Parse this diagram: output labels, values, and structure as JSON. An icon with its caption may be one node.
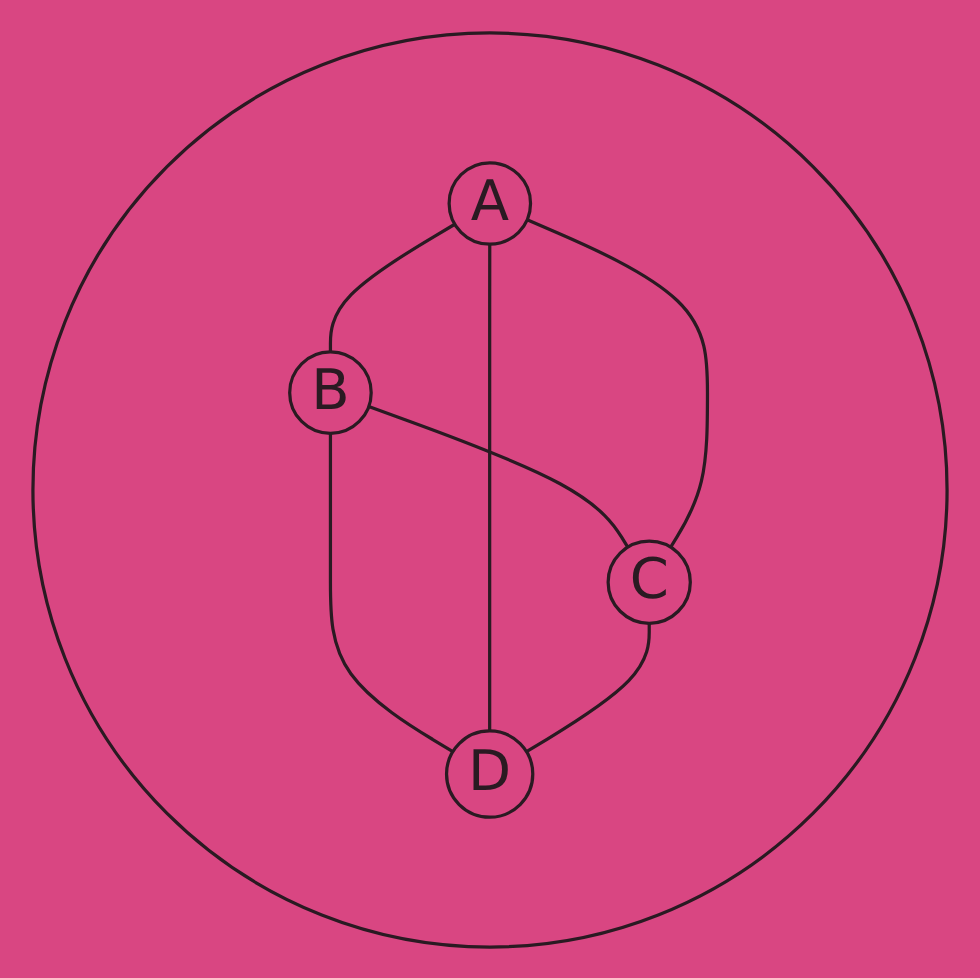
{
  "diagram": {
    "nodes": [
      {
        "text": [],
        "shape": "circle"
      },
      {
        "text": [
          "B"
        ],
        "in": 0
      },
      {
        "text": [
          "A"
        ],
        "in": 0
      },
      {
        "text": [
          "C"
        ],
        "in": 0
      },
      {
        "text": [
          "D"
        ],
        "in": 0
      }
    ],
    "edges": [
      {
        "from": 2,
        "to": 1,
        "arrow": "none"
      },
      {
        "from": 1,
        "to": 3,
        "arrow": "none"
      },
      {
        "from": 2,
        "to": 3,
        "arrow": "none"
      },
      {
        "from": 1,
        "to": 4,
        "arrow": "none"
      },
      {
        "from": 2,
        "to": 4,
        "arrow": "none"
      },
      {
        "from": 3,
        "to": 4,
        "arrow": "none"
      }
    ]
  }
}
